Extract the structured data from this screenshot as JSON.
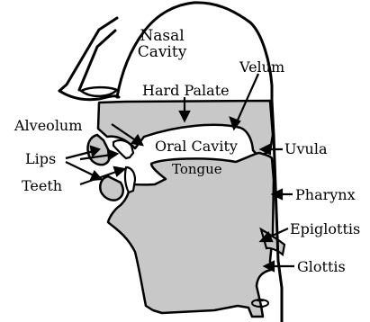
{
  "labels": {
    "nasal_cavity_line1": "Nasal",
    "nasal_cavity_line2": "Cavity",
    "velum": "Velum",
    "hard_palate": "Hard Palate",
    "alveolum": "Alveolum",
    "oral_cavity": "Oral Cavity",
    "uvula": "Uvula",
    "lips": "Lips",
    "teeth": "Teeth",
    "tongue": "Tongue",
    "pharynx": "Pharynx",
    "epiglottis": "Epiglottis",
    "glottis": "Glottis"
  },
  "colors": {
    "tissue_fill": "#c8c8c8",
    "outline": "#000000",
    "background": "#ffffff"
  }
}
